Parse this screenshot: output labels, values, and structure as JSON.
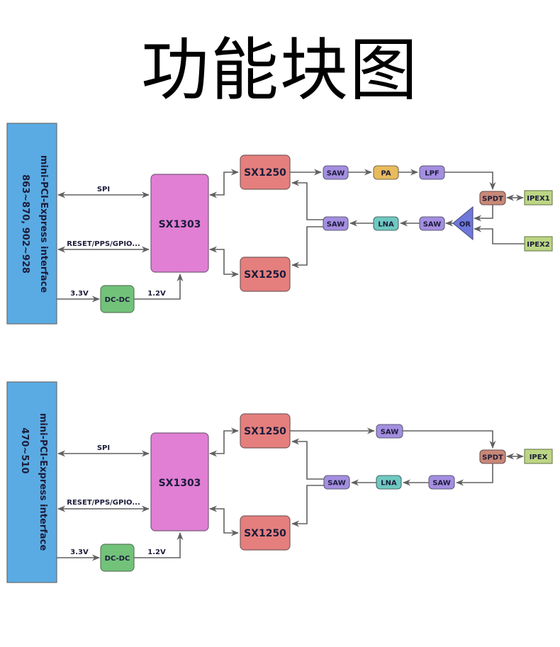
{
  "title": "功能块图",
  "colors": {
    "interface": "#5aabe3",
    "sx1303": "#e07fd4",
    "sx1250": "#e57f7e",
    "dcdc": "#72c27a",
    "saw": "#a48ee0",
    "pa": "#e8bb5e",
    "lna": "#6fc9c0",
    "spdt": "#c98877",
    "ipex": "#bcd684",
    "or": "#6e78db",
    "wire": "#606060"
  },
  "diagrams": [
    {
      "interface_label": "mini-PCI-Express interface",
      "band_label": "863~870, 902~928",
      "spi_label": "SPI",
      "gpio_label": "RESET/PPS/GPIO...",
      "v33_label": "3.3V",
      "v12_label": "1.2V",
      "dcdc_label": "DC-DC",
      "sx1303_label": "SX1303",
      "sx1250_top_label": "SX1250",
      "sx1250_bottom_label": "SX1250",
      "tx_chain": [
        "SAW",
        "PA",
        "LPF"
      ],
      "rx_chain": [
        "SAW",
        "LNA",
        "SAW"
      ],
      "spdt_label": "SPDT",
      "or_label": "OR",
      "ipex_labels": [
        "IPEX1",
        "IPEX2"
      ]
    },
    {
      "interface_label": "mini-PCI-Express interface",
      "band_label": "470~510",
      "spi_label": "SPI",
      "gpio_label": "RESET/PPS/GPIO...",
      "v33_label": "3.3V",
      "v12_label": "1.2V",
      "dcdc_label": "DC-DC",
      "sx1303_label": "SX1303",
      "sx1250_top_label": "SX1250",
      "sx1250_bottom_label": "SX1250",
      "tx_chain": [
        "SAW"
      ],
      "rx_chain": [
        "SAW",
        "LNA",
        "SAW"
      ],
      "spdt_label": "SPDT",
      "ipex_labels": [
        "IPEX"
      ]
    }
  ]
}
